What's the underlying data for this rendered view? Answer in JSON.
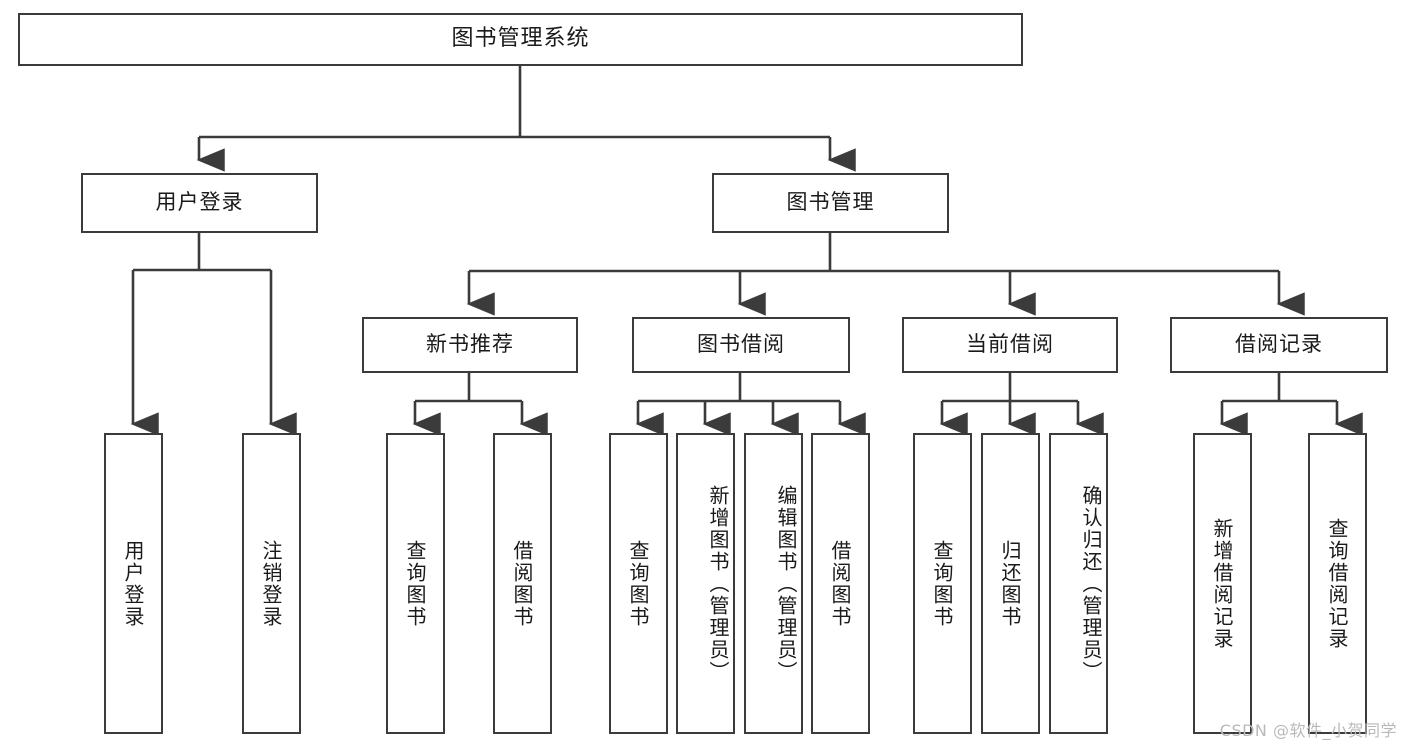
{
  "diagram": {
    "title": "图书管理系统",
    "type": "tree-hierarchy-chart",
    "root": {
      "label": "图书管理系统"
    },
    "level1": [
      {
        "label": "用户登录"
      },
      {
        "label": "图书管理"
      }
    ],
    "level2": [
      {
        "label": "新书推荐",
        "parent": "图书管理"
      },
      {
        "label": "图书借阅",
        "parent": "图书管理"
      },
      {
        "label": "当前借阅",
        "parent": "图书管理"
      },
      {
        "label": "借阅记录",
        "parent": "图书管理"
      }
    ],
    "leaves": {
      "user_login": [
        {
          "label": "用户登录"
        },
        {
          "label": "注销登录"
        }
      ],
      "new_book_recommend": [
        {
          "label": "查询图书"
        },
        {
          "label": "借阅图书"
        }
      ],
      "book_borrow": [
        {
          "label": "查询图书"
        },
        {
          "label": "新增图书（管理员）"
        },
        {
          "label": "编辑图书（管理员）"
        },
        {
          "label": "借阅图书"
        }
      ],
      "current_borrow": [
        {
          "label": "查询图书"
        },
        {
          "label": "归还图书"
        },
        {
          "label": "确认归还（管理员）"
        }
      ],
      "borrow_record": [
        {
          "label": "新增借阅记录"
        },
        {
          "label": "查询借阅记录"
        }
      ]
    }
  },
  "watermark": {
    "text": "CSDN @软件_小贺同学"
  },
  "colors": {
    "stroke": "#3b3b3b",
    "fill": "#ffffff",
    "text": "#1a1a1a",
    "watermark": "#b9b9b9"
  }
}
